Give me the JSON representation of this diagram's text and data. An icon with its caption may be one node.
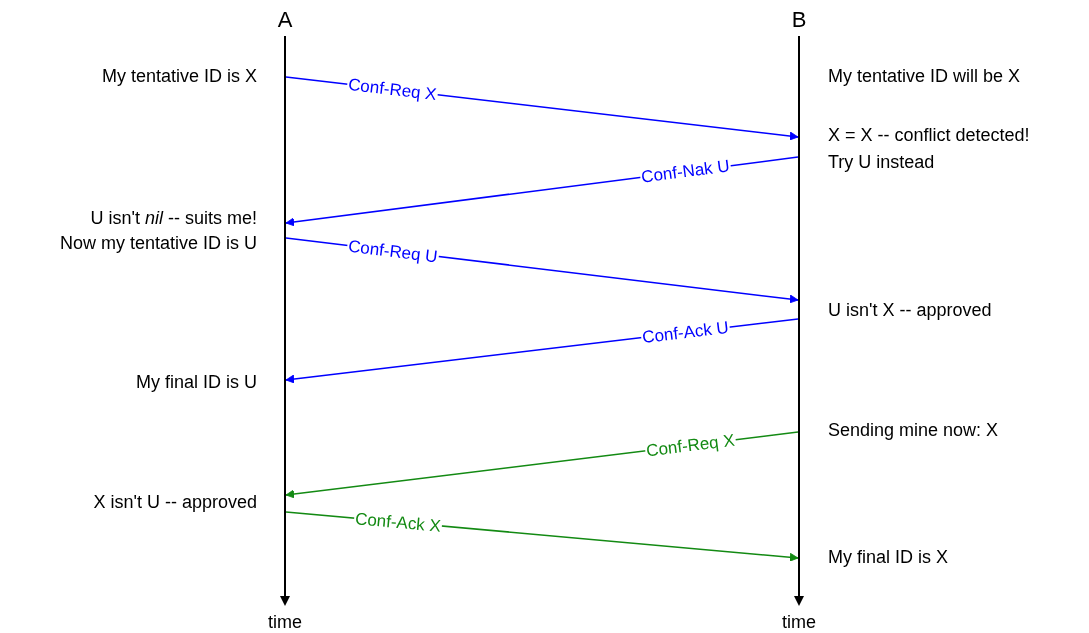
{
  "diagram": {
    "nodes": [
      {
        "text": [
          "A"
        ],
        "beside": [
          "time"
        ]
      },
      {
        "text": [
          "B"
        ],
        "beside": [
          "time"
        ]
      }
    ],
    "edges": [
      {
        "from": 0,
        "to": 1,
        "arrow": "to",
        "label": "Conf-Req X"
      },
      {
        "from": 1,
        "to": 0,
        "arrow": "to",
        "label": "Conf-Nak U"
      },
      {
        "from": 0,
        "to": 1,
        "arrow": "to",
        "label": "Conf-Req U"
      },
      {
        "from": 1,
        "to": 0,
        "arrow": "to",
        "label": "Conf-Ack U"
      },
      {
        "from": 1,
        "to": 0,
        "arrow": "to",
        "label": "Conf-Req X",
        "color": "#138a13"
      },
      {
        "from": 0,
        "to": 1,
        "arrow": "to",
        "label": "Conf-Ack X",
        "color": "#138a13"
      }
    ],
    "labels": [
      "My tentative ID is X",
      "My tentative ID will be X",
      "X = X -- conflict detected!",
      "Try U instead",
      "U isn't *nil* -- suits me!",
      "Now my tentative ID is U",
      "U isn't X -- approved",
      "My final ID is U",
      "Sending mine now: X",
      "X isn't U -- approved",
      "My final ID is X"
    ]
  }
}
